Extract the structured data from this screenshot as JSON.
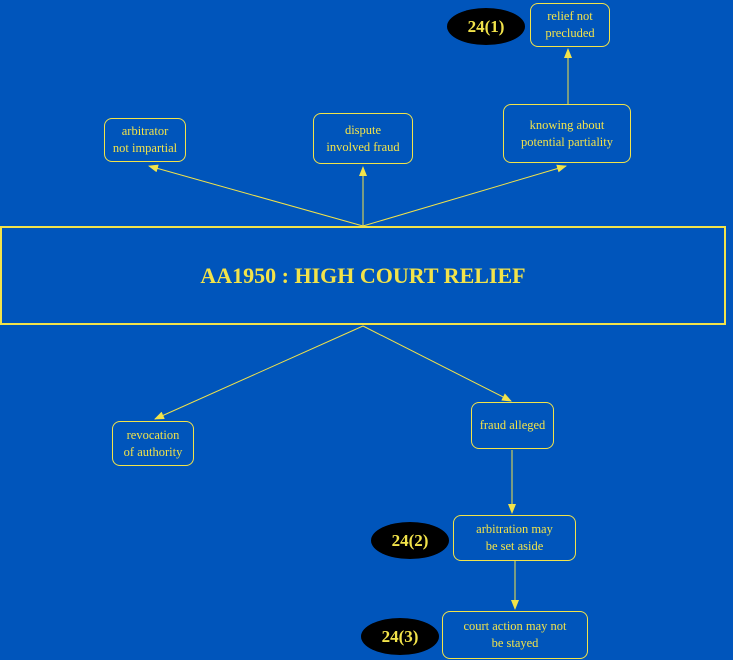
{
  "main": {
    "title": "AA1950 : HIGH COURT RELIEF"
  },
  "nodes": {
    "relief_not_precluded": "relief not\nprecluded",
    "arbitrator_not_impartial": "arbitrator\nnot impartial",
    "dispute_involved_fraud": "dispute\ninvolved fraud",
    "knowing_about_partiality": "knowing about\npotential partiality",
    "revocation_of_authority": "revocation\nof authority",
    "fraud_alleged": "fraud alleged",
    "arbitration_set_aside": "arbitration may\nbe set aside",
    "court_action_not_stayed": "court action may not\nbe stayed"
  },
  "badges": {
    "s24_1": "24(1)",
    "s24_2": "24(2)",
    "s24_3": "24(3)"
  },
  "colors": {
    "background": "#0055bb",
    "foreground": "#f2e34a",
    "badge_fill": "#000000"
  }
}
